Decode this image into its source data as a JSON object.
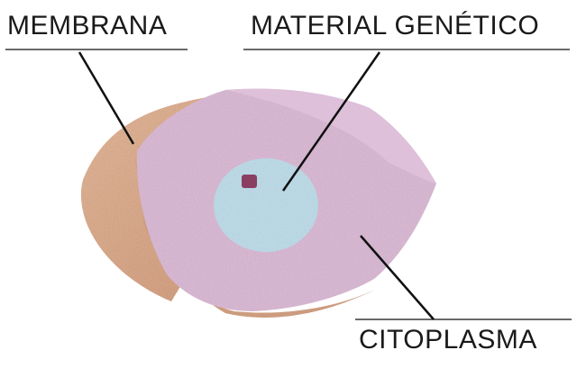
{
  "labels": {
    "membrane": "MEMBRANA",
    "genetic_material": "MATERIAL GENÉTICO",
    "cytoplasm": "CITOPLASMA"
  },
  "colors": {
    "membrane": "#d7a07a",
    "cytoplasm": "#d9b4d3",
    "nucleus": "#b9dcea",
    "nucleolus": "#8a3f62",
    "leader_line": "#111111"
  }
}
